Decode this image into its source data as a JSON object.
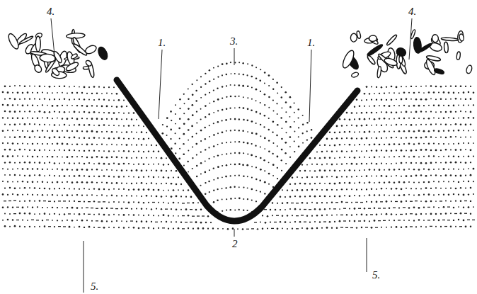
{
  "diagram": {
    "labels": [
      "4.",
      "1.",
      "3.",
      "1.",
      "4.",
      "2",
      "5.",
      "5."
    ]
  }
}
